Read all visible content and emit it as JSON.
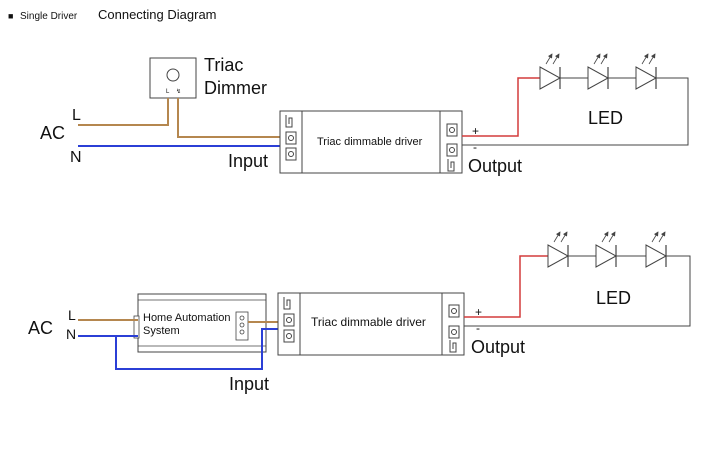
{
  "heading": {
    "bullet": "■",
    "small": "Single Driver",
    "large": "Connecting Diagram"
  },
  "diagram1": {
    "dimmer_label_line1": "Triac",
    "dimmer_label_line2": "Dimmer",
    "dimmer_terminals": "L",
    "line_label": "L",
    "ac_label": "AC",
    "neutral_label": "N",
    "driver_label": "Triac dimmable driver",
    "input_label": "Input",
    "output_label": "Output",
    "plus": "+",
    "minus": "-",
    "led_label": "LED"
  },
  "diagram2": {
    "line_label": "L",
    "ac_label": "AC",
    "neutral_label": "N",
    "automation_line1": "Home Automation",
    "automation_line2": "System",
    "driver_label": "Triac dimmable driver",
    "input_label": "Input",
    "output_label": "Output",
    "plus": "+",
    "minus": "-",
    "led_label": "LED"
  },
  "colors": {
    "line": "#b5874f",
    "neutral": "#2b3fd6",
    "positive": "#d33b3b",
    "outline": "#555555"
  }
}
